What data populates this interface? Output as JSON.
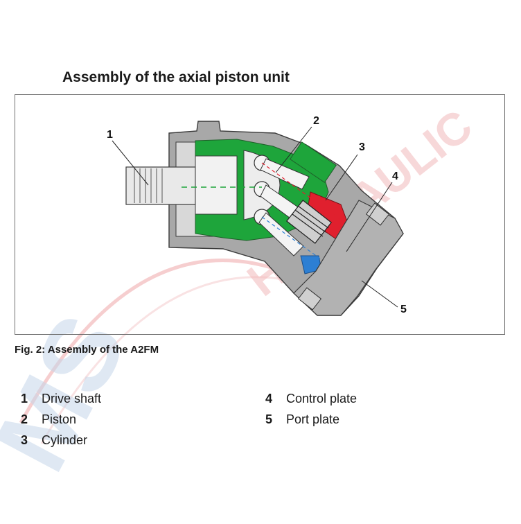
{
  "title": "Assembly of the axial piston unit",
  "caption": "Fig. 2: Assembly of the A2FM",
  "callouts": [
    "1",
    "2",
    "3",
    "4",
    "5"
  ],
  "legend": [
    {
      "num": "1",
      "label": "Drive shaft"
    },
    {
      "num": "2",
      "label": "Piston"
    },
    {
      "num": "3",
      "label": "Cylinder"
    },
    {
      "num": "4",
      "label": "Control plate"
    },
    {
      "num": "5",
      "label": "Port plate"
    }
  ],
  "watermark_text": "HYDRAULIC",
  "colors": {
    "housing_gray": "#a8a8a8",
    "component_green": "#1ea53b",
    "cylinder_red": "#e0202e",
    "piston_blue": "#2d7fd3",
    "watermark_red": "#f2b9bb",
    "watermark_blue": "#c5d7ea"
  }
}
